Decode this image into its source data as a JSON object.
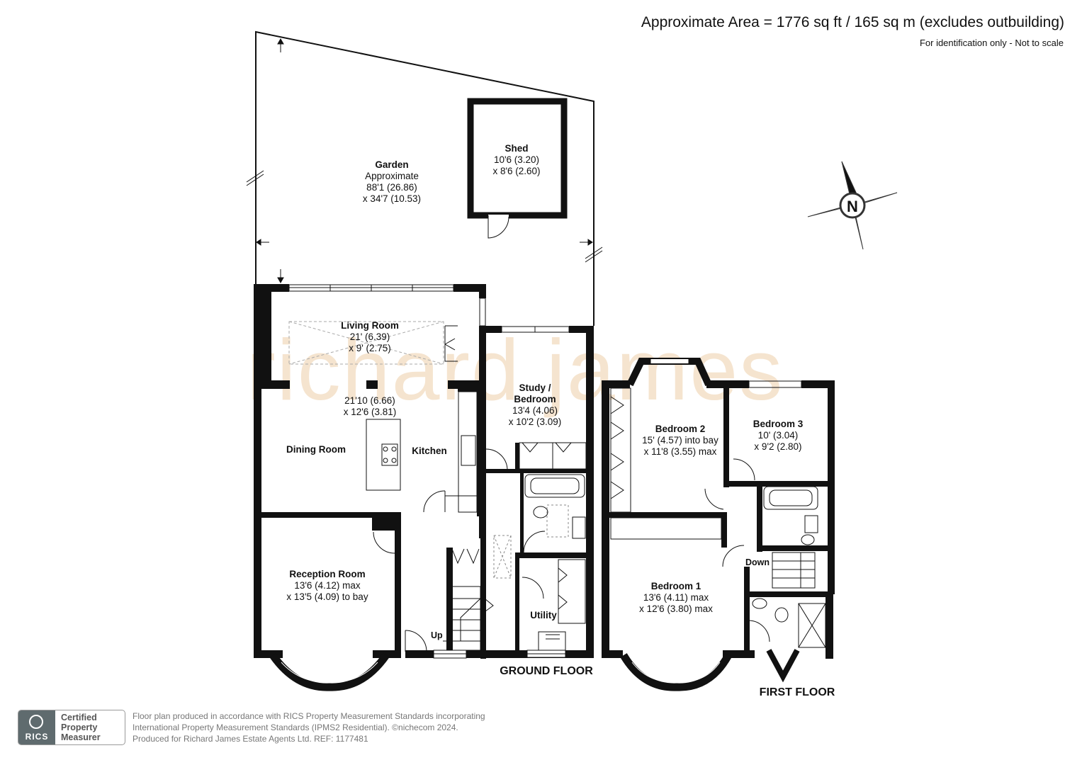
{
  "header": {
    "area": "Approximate Area = 1776 sq ft / 165 sq m (excludes outbuilding)",
    "disclaimer": "For identification only - Not to scale"
  },
  "watermark": "richard james",
  "compass": {
    "letter": "N"
  },
  "rooms": {
    "garden": {
      "name": "Garden",
      "line1": "Approximate",
      "line2": "88'1 (26.86)",
      "line3": "x 34'7 (10.53)"
    },
    "shed": {
      "name": "Shed",
      "line1": "10'6 (3.20)",
      "line2": "x 8'6 (2.60)"
    },
    "living": {
      "name": "Living Room",
      "line1": "21' (6.39)",
      "line2": "x 9' (2.75)"
    },
    "open_plan": {
      "line1": "21'10 (6.66)",
      "line2": "x 12'6 (3.81)"
    },
    "dining": {
      "name": "Dining Room"
    },
    "kitchen": {
      "name": "Kitchen"
    },
    "study": {
      "name1": "Study /",
      "name2": "Bedroom",
      "line1": "13'4 (4.06)",
      "line2": "x 10'2 (3.09)"
    },
    "reception": {
      "name": "Reception Room",
      "line1": "13'6 (4.12) max",
      "line2": "x 13'5 (4.09) to bay"
    },
    "utility": {
      "name": "Utility"
    },
    "bedroom2": {
      "name": "Bedroom 2",
      "line1": "15' (4.57) into bay",
      "line2": "x 11'8 (3.55) max"
    },
    "bedroom3": {
      "name": "Bedroom 3",
      "line1": "10' (3.04)",
      "line2": "x 9'2 (2.80)"
    },
    "bedroom1": {
      "name": "Bedroom 1",
      "line1": "13'6 (4.11) max",
      "line2": "x 12'6 (3.80) max"
    }
  },
  "stairs": {
    "up": "Up",
    "down": "Down"
  },
  "floors": {
    "ground": "GROUND FLOOR",
    "first": "FIRST FLOOR"
  },
  "badge": {
    "logo": "RICS",
    "line1": "Certified",
    "line2": "Property",
    "line3": "Measurer"
  },
  "footer": {
    "line1": "Floor plan produced in accordance with RICS Property Measurement Standards incorporating",
    "line2": "International Property Measurement Standards (IPMS2 Residential).  ©nichecom 2024.",
    "line3": "Produced for Richard James Estate Agents Ltd.   REF:  1177481"
  }
}
